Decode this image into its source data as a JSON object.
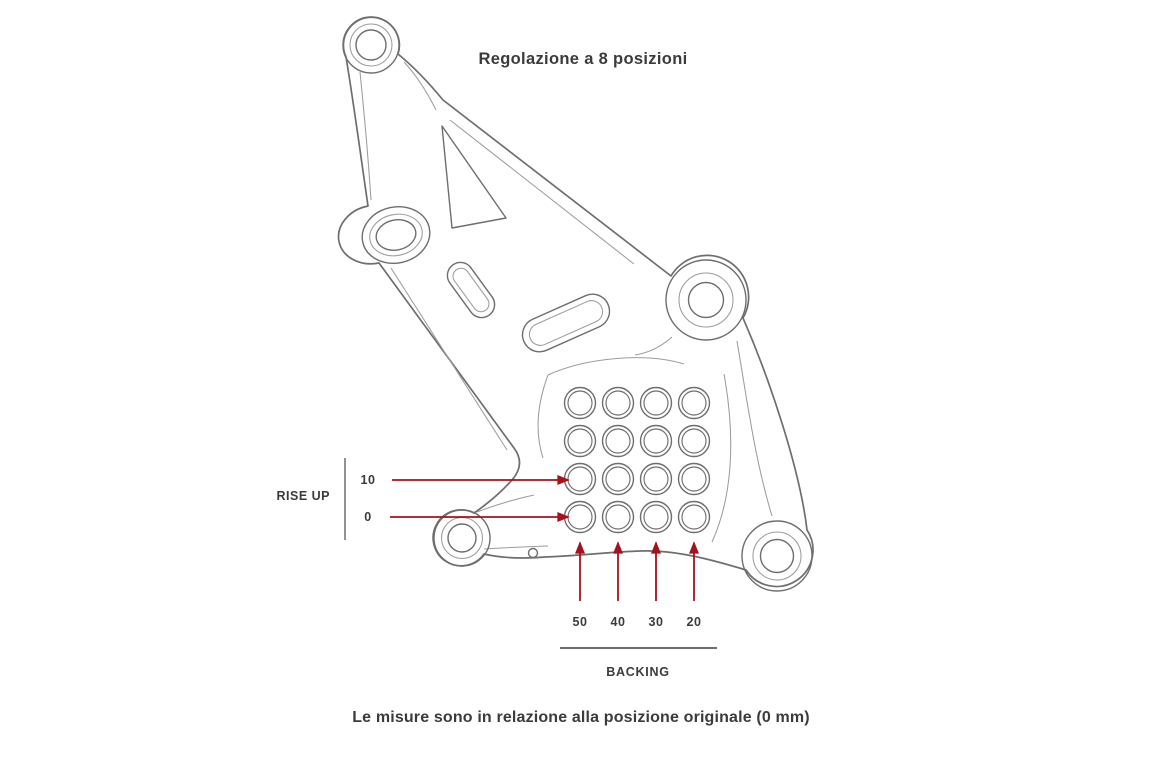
{
  "colors": {
    "accent": "#a8111c",
    "line": "#6e6e6e",
    "line_light": "#9c9c9c",
    "text": "#3b3b3b"
  },
  "title": "Regolazione a 8 posizioni",
  "diagram": {
    "grid_rows": 4,
    "grid_cols": 4
  },
  "rise_up": {
    "label": "RISE UP",
    "values": [
      "10",
      "0"
    ]
  },
  "backing": {
    "label": "BACKING",
    "values": [
      "50",
      "40",
      "30",
      "20"
    ]
  },
  "caption": "Le misure sono in relazione alla posizione originale (0 mm)"
}
